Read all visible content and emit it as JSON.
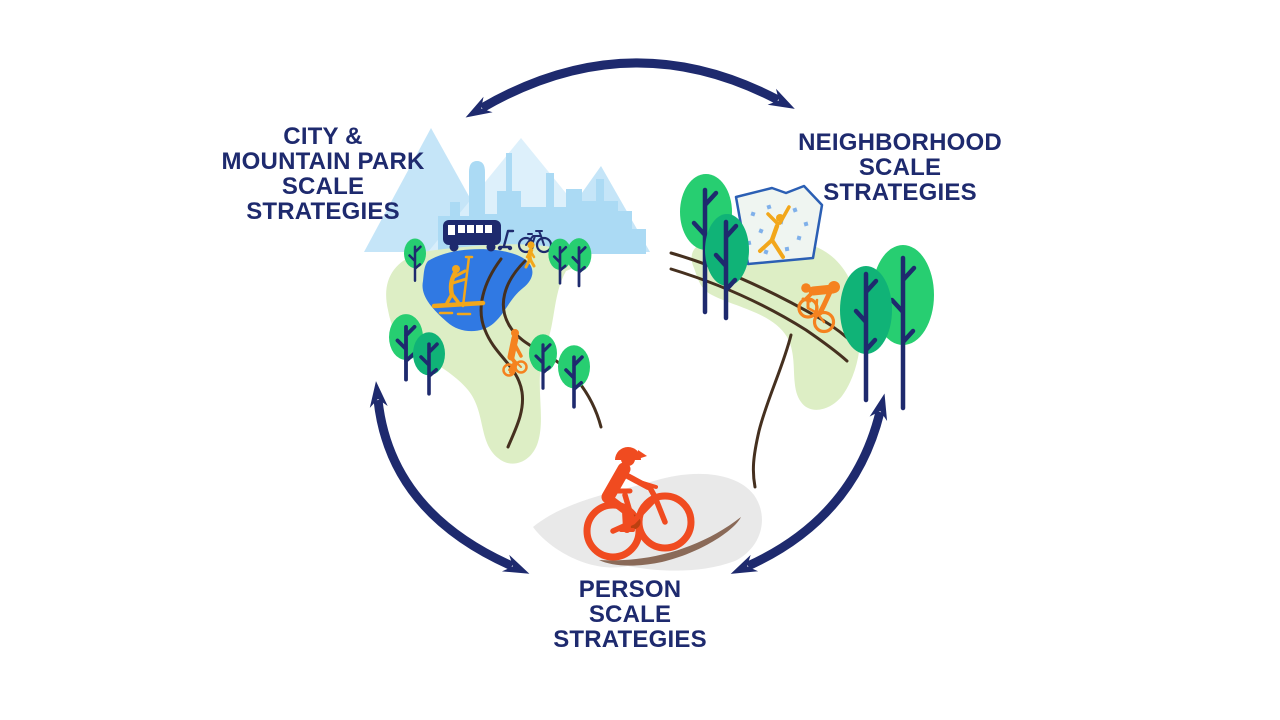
{
  "diagram": {
    "nodes": [
      {
        "id": "city-mountain-park-scale",
        "lines": [
          "CITY &",
          "MOUNTAIN PARK",
          "SCALE",
          "STRATEGIES"
        ]
      },
      {
        "id": "neighborhood-scale",
        "lines": [
          "NEIGHBORHOOD",
          "SCALE",
          "STRATEGIES"
        ]
      },
      {
        "id": "person-scale",
        "lines": [
          "PERSON",
          "SCALE",
          "STRATEGIES"
        ]
      }
    ],
    "connections": [
      {
        "from": "city-mountain-park-scale",
        "to": "neighborhood-scale",
        "bidirectional": true
      },
      {
        "from": "city-mountain-park-scale",
        "to": "person-scale",
        "bidirectional": true
      },
      {
        "from": "neighborhood-scale",
        "to": "person-scale",
        "bidirectional": true
      }
    ],
    "icons": [
      "double-arrow-icon",
      "mountains-icon",
      "city-skyline-icon",
      "bus-icon",
      "scooter-icon",
      "bicycle-icon",
      "pedestrian-icon",
      "lake-icon",
      "paddleboarder-icon",
      "tree-icon",
      "trail-icon",
      "cyclist-icon",
      "climbing-wall-icon",
      "climber-icon",
      "mountain-biker-icon",
      "person-on-bike-icon",
      "dirt-swoosh-icon"
    ]
  },
  "colors": {
    "navy": "#1e2a6e",
    "blue-outline": "#2b5fb4",
    "hold-blue": "#7fb0ea",
    "green-bright": "#27ce71",
    "green-teal": "#10b377",
    "green-light": "#ddeec5",
    "mountain-light": "#d9eefb",
    "mountain-mid": "#c5e5f8",
    "skyline-blue": "#abdaf4",
    "lake-blue": "#3079e3",
    "golden": "#f2a71b",
    "orange": "#f5821f",
    "red-orange": "#f04b20",
    "red-orange-dark": "#bb4010",
    "trail-brown": "#45301f",
    "swoosh-brown": "#8a6a58",
    "gray-blob": "#e9e9e9",
    "wall-fill": "#eff5f1",
    "background": "#ffffff"
  }
}
